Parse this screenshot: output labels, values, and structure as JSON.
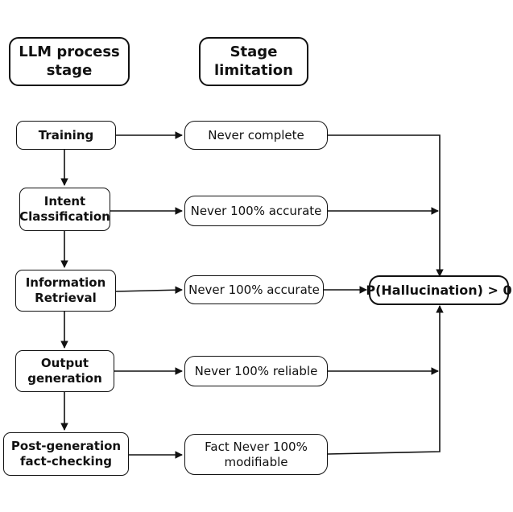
{
  "headers": {
    "stage_col": [
      "LLM process",
      "stage"
    ],
    "limitation_col": [
      "Stage",
      "limitation"
    ]
  },
  "stages": [
    [
      "Training"
    ],
    [
      "Intent",
      "Classification"
    ],
    [
      "Information",
      "Retrieval"
    ],
    [
      "Output",
      "generation"
    ],
    [
      "Post-generation",
      "fact-checking"
    ]
  ],
  "limitations": [
    [
      "Never complete"
    ],
    [
      "Never 100% accurate"
    ],
    [
      "Never 100% accurate"
    ],
    [
      "Never 100% reliable"
    ],
    [
      "Fact Never 100%",
      "modifiable"
    ]
  ],
  "result": [
    "P(Hallucination) > 0"
  ],
  "colors": {
    "ink": "#111111",
    "background": "#ffffff"
  }
}
